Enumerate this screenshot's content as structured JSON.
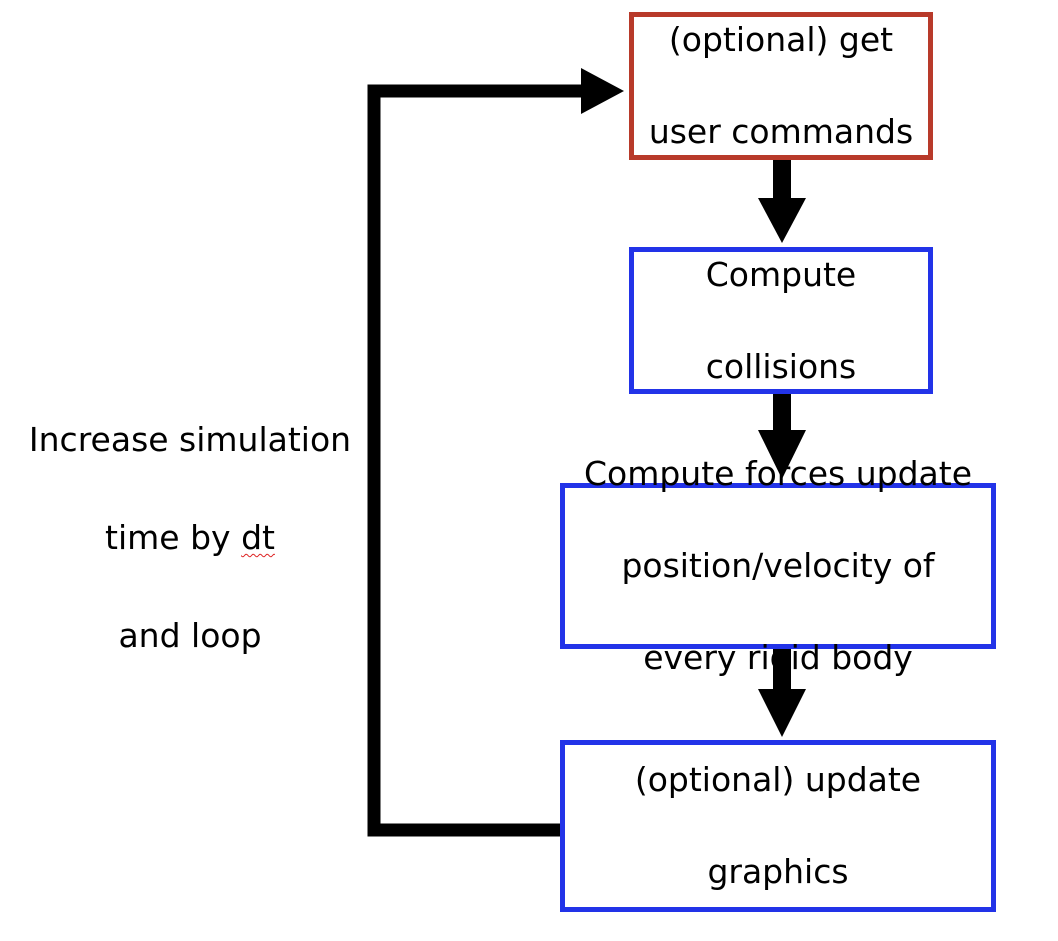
{
  "diagram": {
    "type": "flowchart",
    "steps": [
      {
        "id": "get-user-commands",
        "label": "(optional) get user commands",
        "lines": [
          "(optional) get",
          "user commands"
        ],
        "border_color": "#b83a2a"
      },
      {
        "id": "compute-collisions",
        "label": "Compute collisions",
        "lines": [
          "Compute",
          "collisions"
        ],
        "border_color": "#2233e8"
      },
      {
        "id": "compute-forces",
        "label": "Compute forces update position/velocity of every rigid body",
        "lines": [
          "Compute forces update",
          "position/velocity of",
          "every rigid body"
        ],
        "border_color": "#2233e8"
      },
      {
        "id": "update-graphics",
        "label": "(optional) update graphics",
        "lines": [
          "(optional) update",
          "graphics"
        ],
        "border_color": "#2233e8"
      }
    ],
    "edges": [
      {
        "from": "get-user-commands",
        "to": "compute-collisions"
      },
      {
        "from": "compute-collisions",
        "to": "compute-forces"
      },
      {
        "from": "compute-forces",
        "to": "update-graphics"
      },
      {
        "from": "update-graphics",
        "to": "get-user-commands",
        "label": "Increase simulation time by dt and loop"
      }
    ],
    "loop_label": {
      "line1": "Increase simulation",
      "line2_prefix": "time by ",
      "line2_dt": "dt",
      "line3": "and loop"
    }
  }
}
